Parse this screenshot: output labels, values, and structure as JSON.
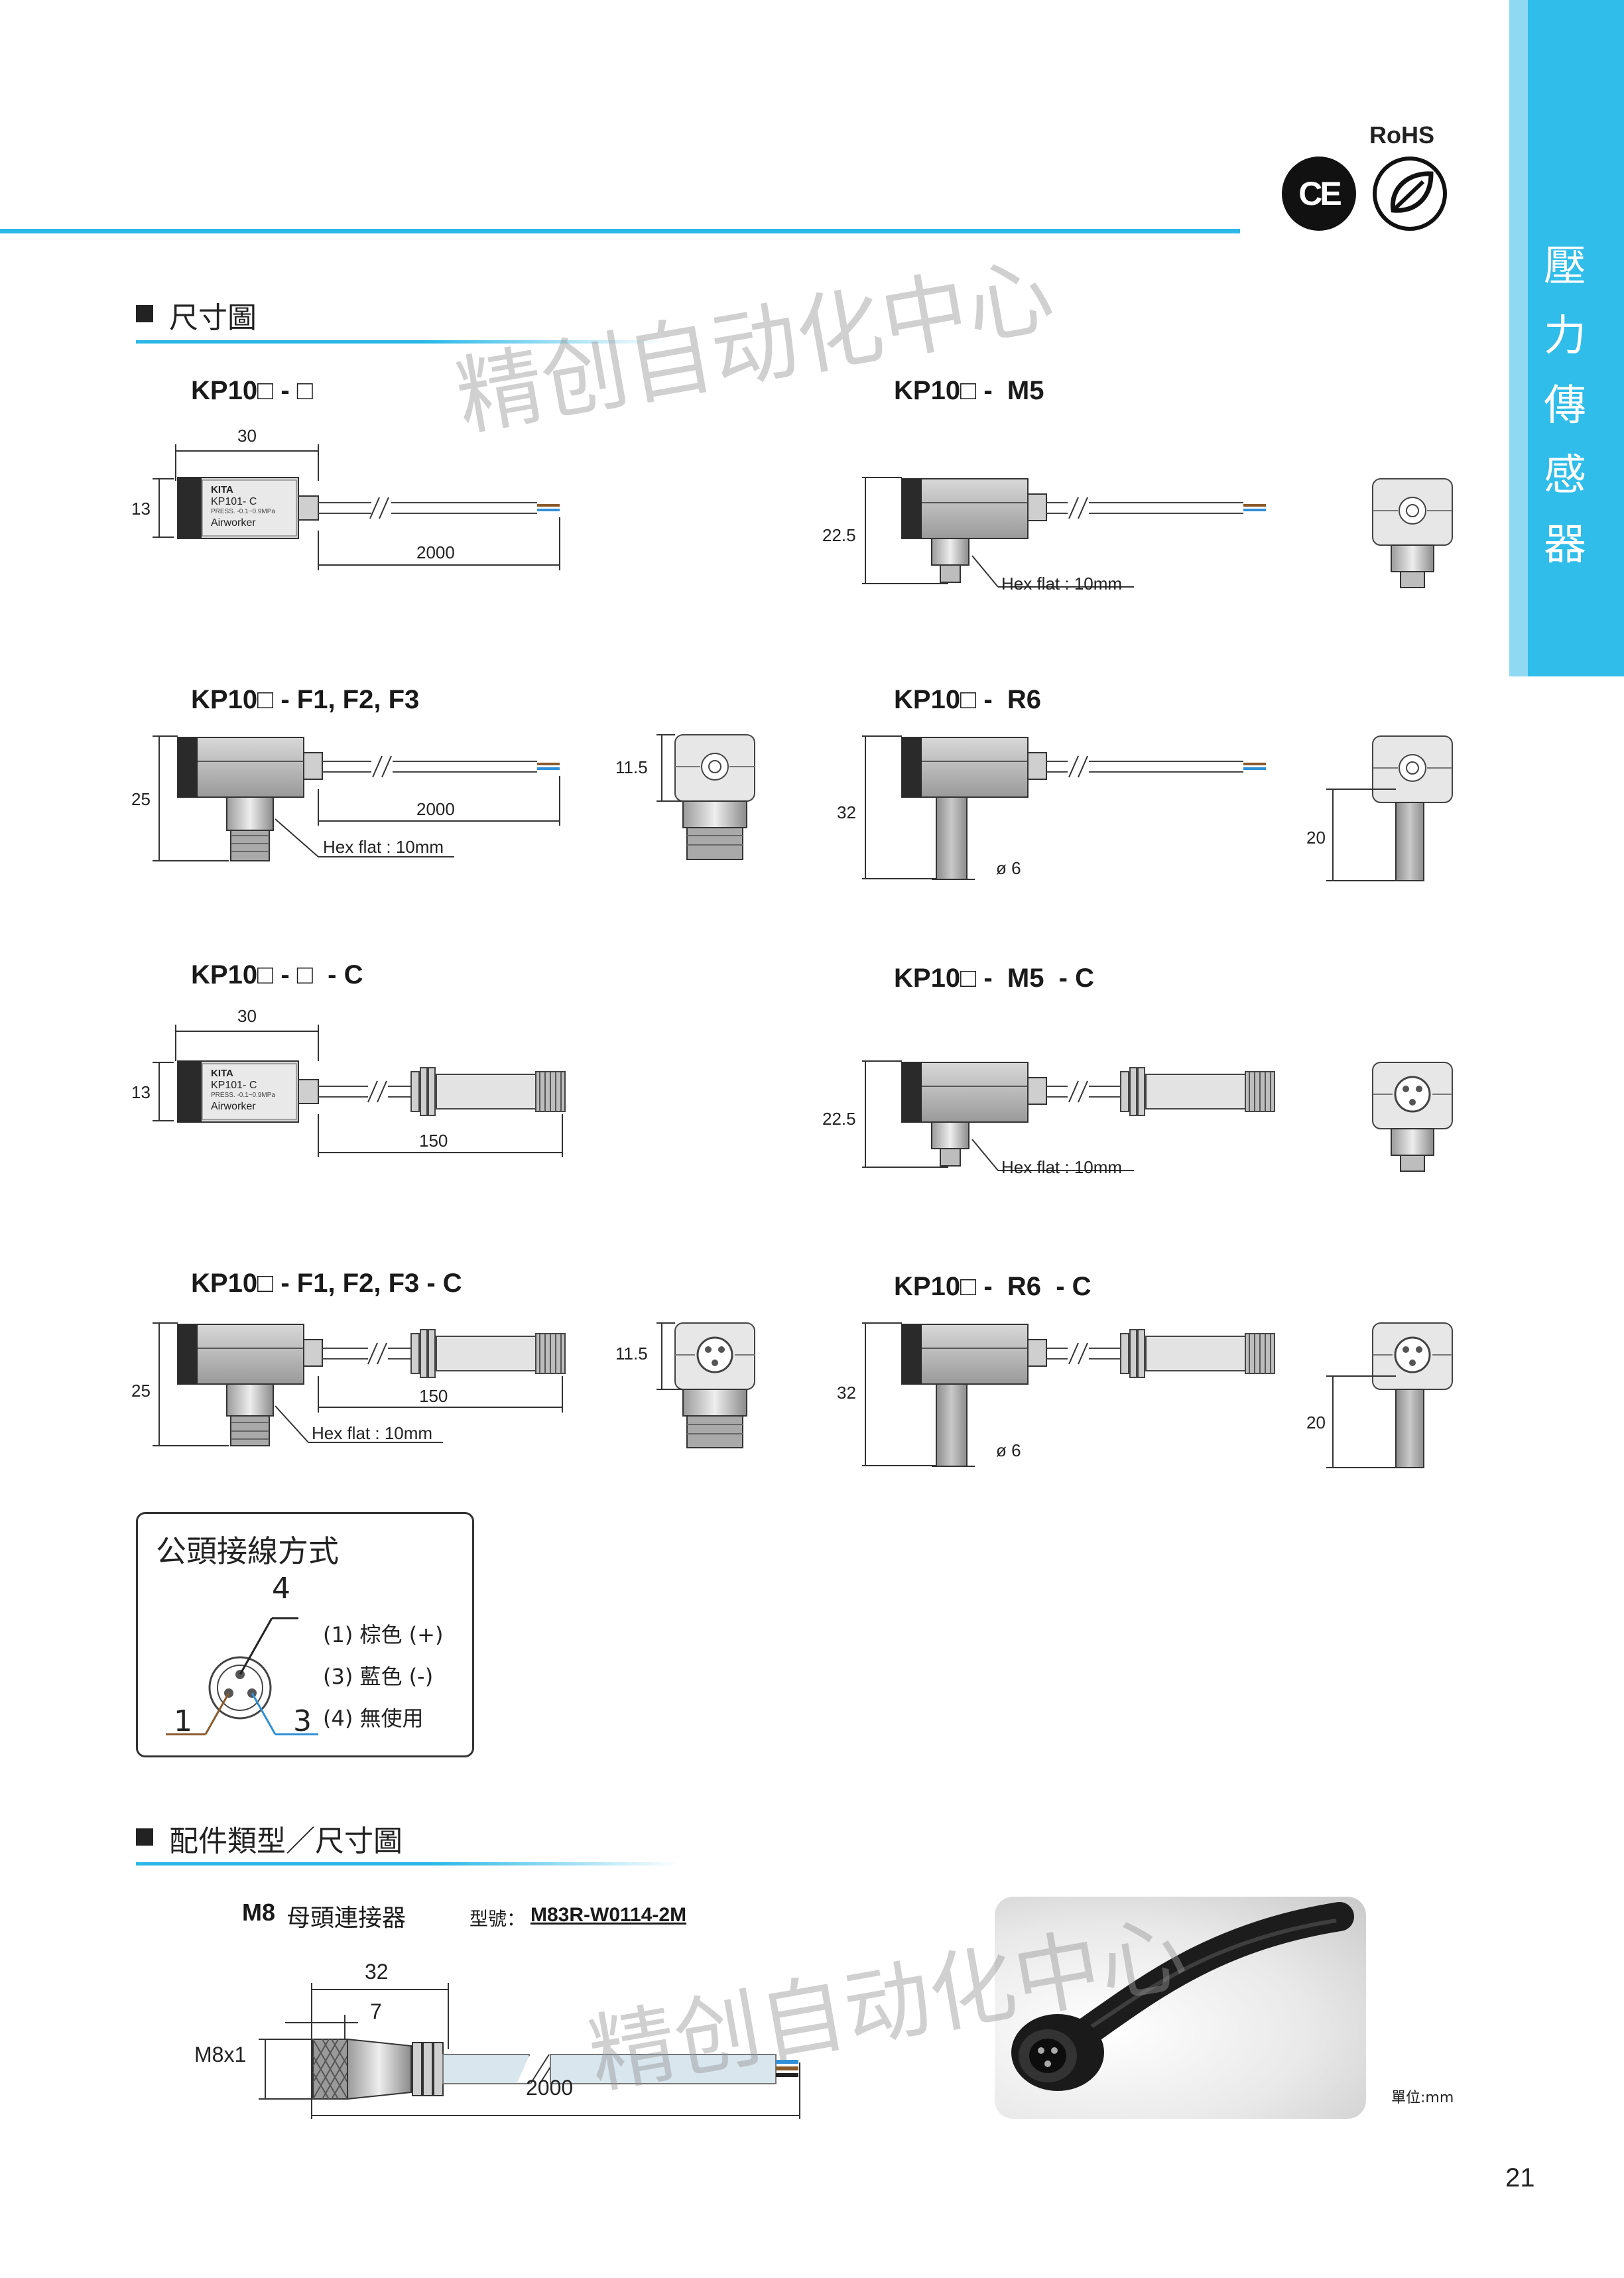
{
  "side_tab": {
    "chars": [
      "壓",
      "力",
      "傳",
      "感",
      "器"
    ]
  },
  "certs": {
    "rohs": "RoHS",
    "ce": "CE"
  },
  "watermark": "精创自动化中心",
  "sections": {
    "dimensions": "尺寸圖",
    "accessories": "配件類型／尺寸圖"
  },
  "models": {
    "m1": "KP10□ - □",
    "m2": "KP10□ -  M5",
    "m3": "KP10□ - F1, F2, F3",
    "m4": "KP10□ -  R6",
    "m5": "KP10□ - □  - C",
    "m6": "KP10□ -  M5  - C",
    "m7": "KP10□ - F1, F2, F3 - C",
    "m8": "KP10□ -  R6  - C"
  },
  "dims": {
    "d30": "30",
    "d13": "13",
    "d2000": "2000",
    "d22_5": "22.5",
    "hex": "Hex flat : 10mm",
    "d25": "25",
    "d11_5": "11.5",
    "d32": "32",
    "d6": "ø 6",
    "d20": "20",
    "d150": "150"
  },
  "device_label": {
    "brand": "KITA",
    "model": "KP101- C",
    "press": "PRESS. -0.1~0.9MPa",
    "maker": "Airworker"
  },
  "wiring": {
    "title": "公頭接線方式",
    "pin4": "4",
    "pin1": "1",
    "pin3": "3",
    "l1": "(1) 棕色 (+)",
    "l3": "(3) 藍色 (-)",
    "l4": "(4) 無使用"
  },
  "accessory": {
    "name_prefix": "M8",
    "name": "母頭連接器",
    "model_label": "型號：",
    "model_no": "M83R-W0114-2M",
    "d32": "32",
    "d7": "7",
    "m8x1": "M8x1",
    "d2000": "2000"
  },
  "unit": "單位:mm",
  "page_number": "21",
  "colors": {
    "accent": "#2bb8e6",
    "tab": "#30bde9",
    "brown_wire": "#8b5a2b",
    "blue_wire": "#2f8fd8"
  }
}
